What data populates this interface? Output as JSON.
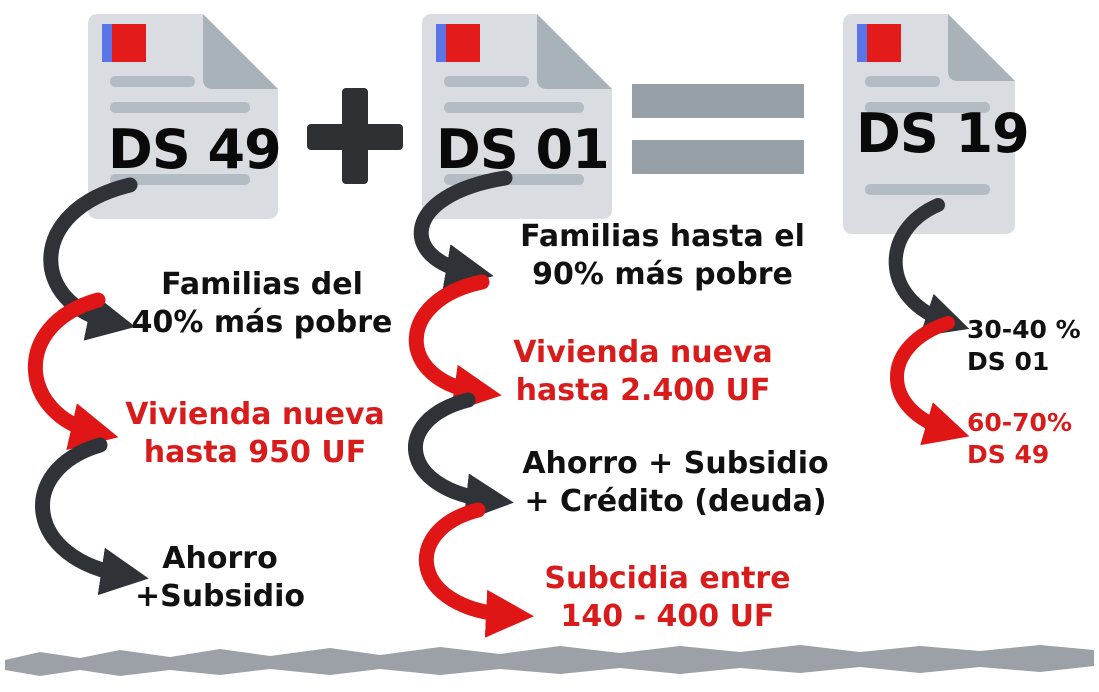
{
  "colors": {
    "doc_body": "#d9dde1",
    "doc_fold": "#aab2b9",
    "doc_line": "#b4bcc3",
    "flag_blue": "#5b74e8",
    "flag_red": "#e31b1b",
    "arrow_dark": "#2f3236",
    "arrow_red": "#e01515",
    "text_red": "#d81c1c",
    "operator": "#2e3134",
    "equals": "#97a0a7"
  },
  "documents": [
    {
      "title": "DS 49",
      "icon": "document-icon"
    },
    {
      "title": "DS 01",
      "icon": "document-icon"
    },
    {
      "title": "DS 19",
      "icon": "document-icon"
    }
  ],
  "operators": {
    "plus": "plus",
    "equals": "equals"
  },
  "ds49": {
    "target": [
      "Familias del",
      "40% más pobre"
    ],
    "housing": [
      "Vivienda nueva",
      "hasta 950 UF"
    ],
    "financing": [
      "Ahorro",
      "+Subsidio"
    ]
  },
  "ds01": {
    "target": [
      "Familias hasta el",
      "90% más pobre"
    ],
    "housing": [
      "Vivienda nueva",
      "hasta 2.400 UF"
    ],
    "financing": [
      "Ahorro + Subsidio",
      "+ Crédito (deuda)"
    ],
    "subsidy": [
      "Subcidia entre",
      "140 - 400 UF"
    ]
  },
  "ds19": {
    "share_ds01": [
      "30-40 %",
      "DS 01"
    ],
    "share_ds49": [
      "60-70%",
      "DS 49"
    ]
  }
}
